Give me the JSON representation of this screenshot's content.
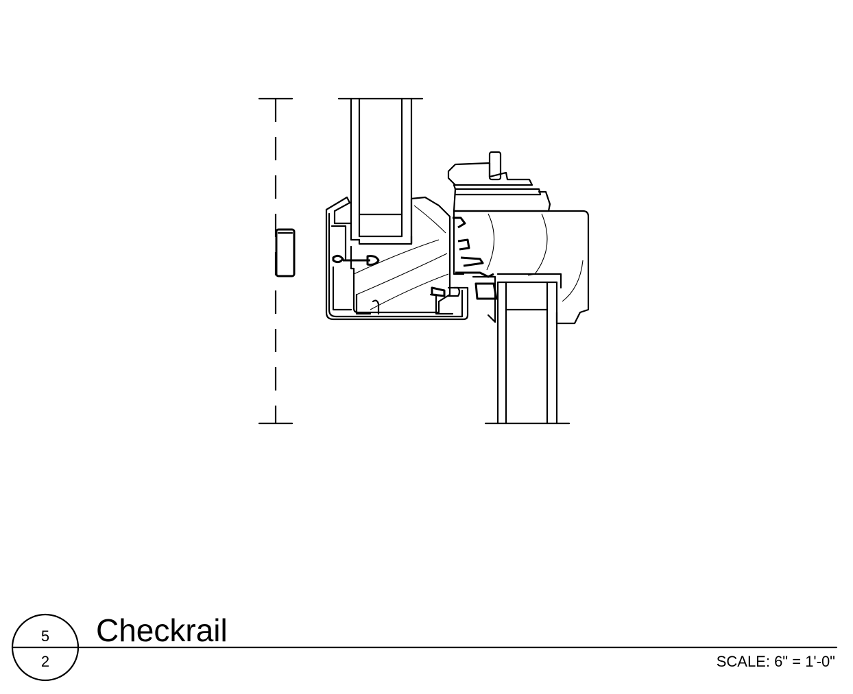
{
  "detail": {
    "title": "Checkrail",
    "detail_number": "5",
    "sheet_number": "2",
    "scale": "SCALE: 6\" = 1'-0\""
  }
}
